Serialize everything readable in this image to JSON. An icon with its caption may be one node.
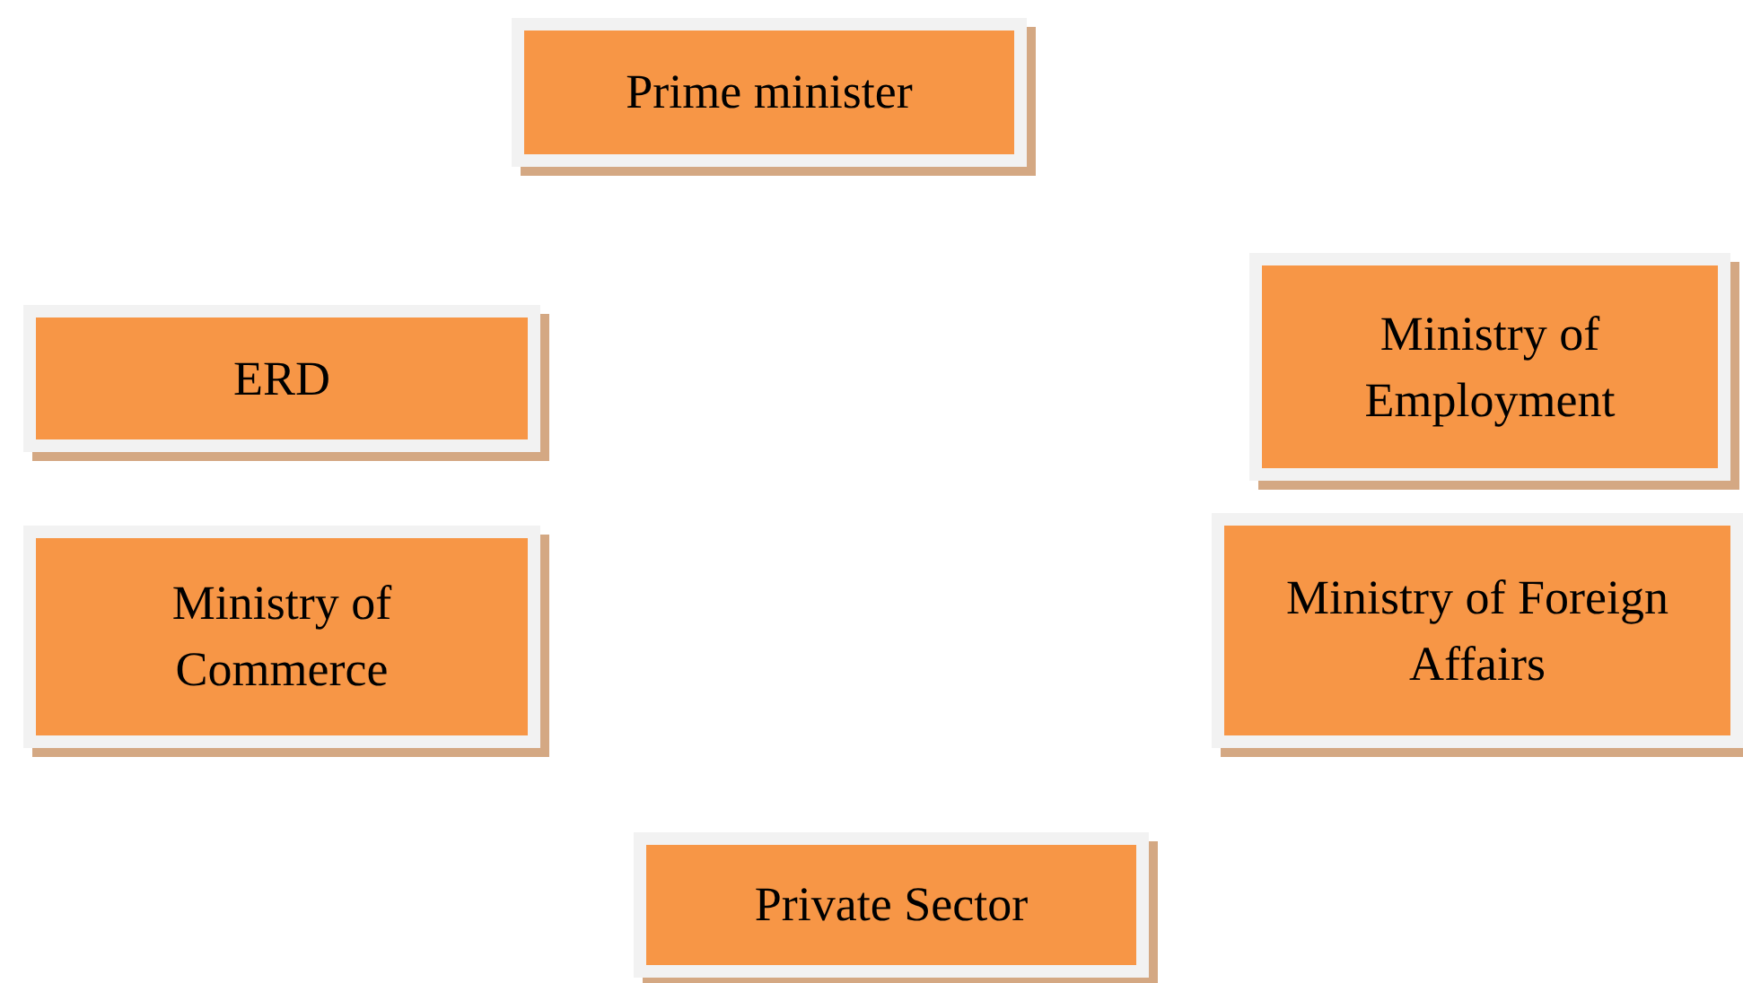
{
  "diagram": {
    "nodes": [
      {
        "text": [
          "Prime minister"
        ]
      },
      {
        "text": [
          "ERD"
        ]
      },
      {
        "text": [
          "Ministry of Employment"
        ]
      },
      {
        "text": [
          "Ministry of Commerce"
        ]
      },
      {
        "text": [
          "Ministry of Foreign Affairs"
        ]
      },
      {
        "text": [
          "Private Sector"
        ]
      }
    ]
  }
}
